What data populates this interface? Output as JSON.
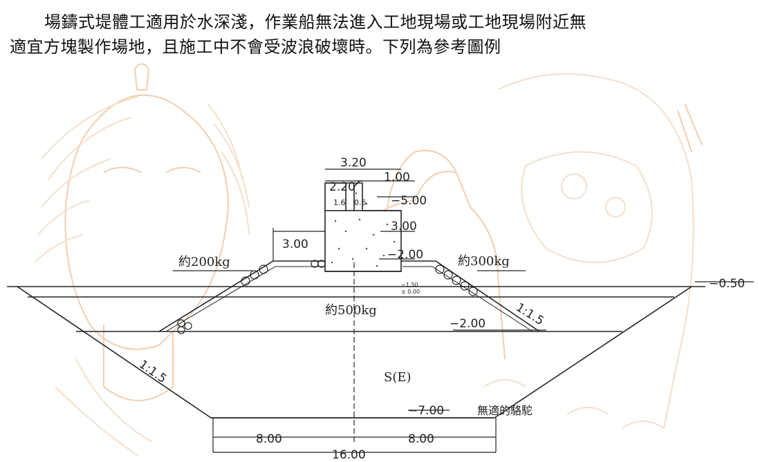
{
  "intro": {
    "line1": "場鑄式堤體工適用於水深淺，作業船無法進入工地現場或工地現場附近無",
    "line2": "適宜方塊製作場地，且施工中不會受波浪破壞時。下列為參考圖例"
  },
  "figure": {
    "dims": {
      "top_width": "3.20",
      "inner_width": "2.20",
      "sub_left": "1.6",
      "sub_right": "0.6",
      "cap_height": "1.00",
      "elev_top": "−5.00",
      "right_width": "3.00",
      "elev_mid": "−2.00",
      "left_width": "3.00",
      "water_level": "−0.50",
      "small_upper": "−1.50",
      "small_lower": "± 0.00",
      "elev_lower": "−2.00",
      "slope_right": "1:1.5",
      "slope_left": "1:1.5",
      "bottom": "−7.00",
      "half_left": "8.00",
      "half_right": "8.00",
      "total": "16.00"
    },
    "labels": {
      "left_armor": "約200kg",
      "right_armor": "約300kg",
      "core": "約500kg",
      "soil": "S(E)"
    },
    "watermark": "無適的駱駝"
  }
}
